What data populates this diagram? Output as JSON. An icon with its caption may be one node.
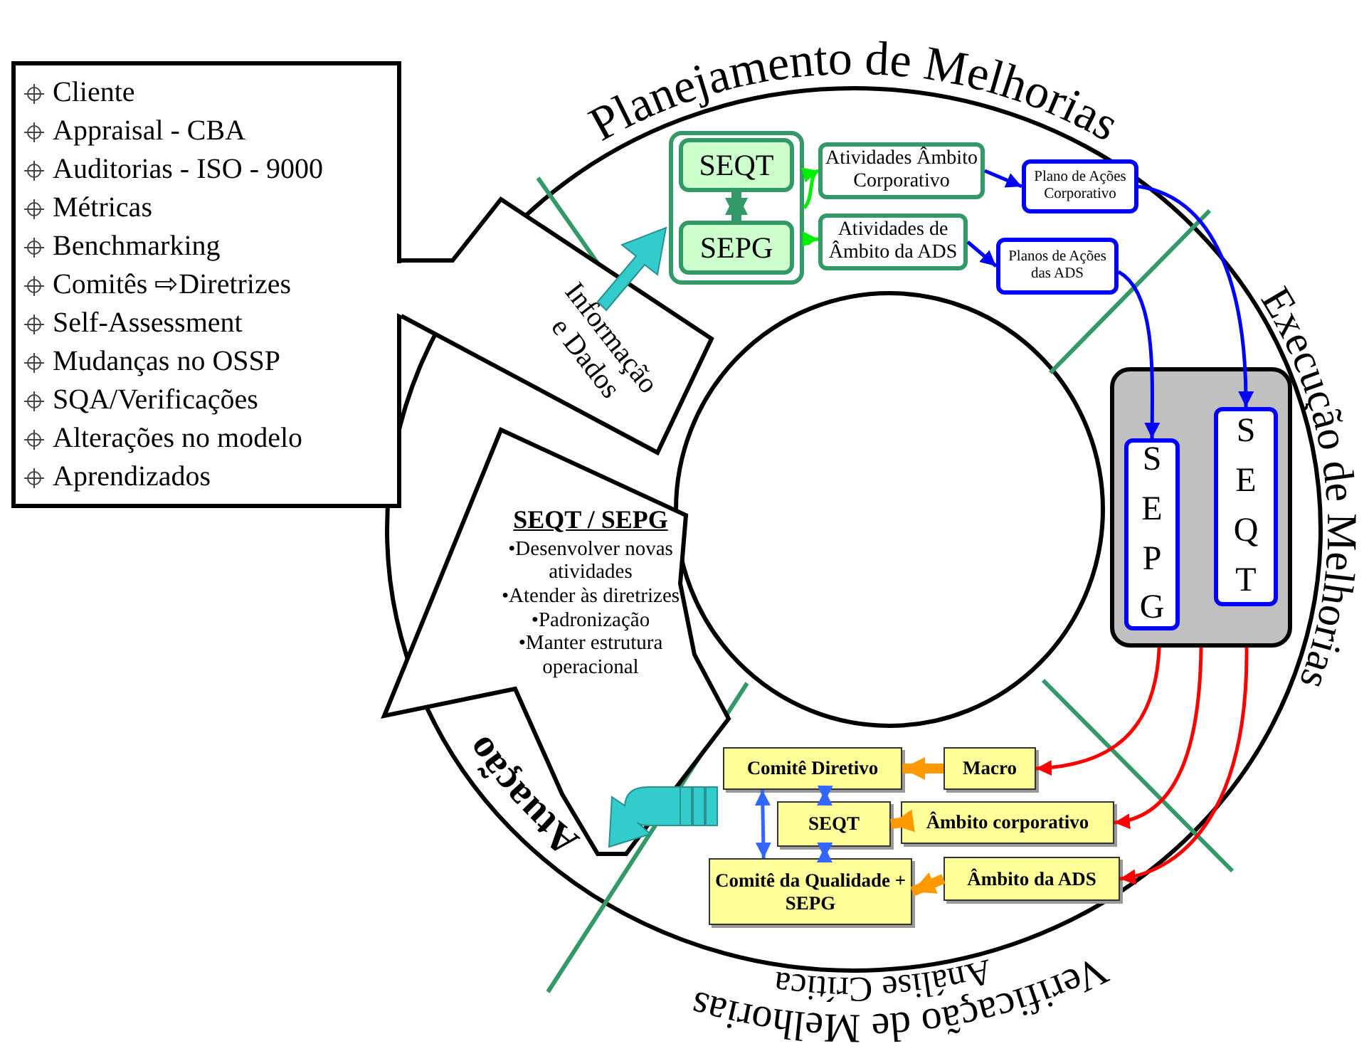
{
  "diagram": {
    "nodes": [
      {
        "text": [
          "Cliente",
          "Appraisal - CBA",
          "Auditorias - ISO - 9000",
          "Métricas",
          "Benchmarking",
          "Comitês ⇨Diretrizes",
          "Self-Assessment",
          "Mudanças no OSSP",
          "SQA/Verificações",
          "Alterações no modelo",
          "Aprendizados"
        ]
      },
      {
        "text": [],
        "shape": "box"
      },
      {
        "text": [
          "SEQT"
        ],
        "in": 1
      },
      {
        "text": [
          "SEPG"
        ],
        "in": 1
      },
      {
        "text": [
          "Atividades Âmbito Corporativo"
        ]
      },
      {
        "text": [
          "Atividades de Âmbito da ADS"
        ]
      },
      {
        "text": [
          "Plano de Ações Corporativo"
        ]
      },
      {
        "text": [
          "Planos de Ações das ADS"
        ]
      },
      {
        "text": [],
        "shape": "box"
      },
      {
        "text": [
          "SEPG"
        ],
        "in": 8
      },
      {
        "text": [
          "SEQT"
        ],
        "in": 8
      },
      {
        "text": [
          "SEQT / SEPG",
          "•Desenvolver novas atividades",
          "•Atender às diretrizes",
          "•Padronização",
          "•Manter estrutura operacional"
        ]
      },
      {
        "text": [
          "Comitê Diretivo"
        ]
      },
      {
        "text": [
          "Macro"
        ]
      },
      {
        "text": [
          "SEQT"
        ]
      },
      {
        "text": [
          "Âmbito corporativo"
        ]
      },
      {
        "text": [
          "Comitê da Qualidade + SEPG"
        ]
      },
      {
        "text": [
          "Âmbito da ADS"
        ]
      }
    ],
    "edges": [
      {
        "from": 2,
        "to": 3,
        "arrow": "both",
        "style": "thick",
        "color": "#339966"
      },
      {
        "from": 1,
        "to": 4,
        "arrow": "to",
        "color": "#00ee00"
      },
      {
        "from": 1,
        "to": 5,
        "arrow": "to",
        "color": "#00ee00"
      },
      {
        "from": 4,
        "to": 6,
        "arrow": "to",
        "color": "#0000ff"
      },
      {
        "from": 5,
        "to": 7,
        "arrow": "to",
        "color": "#0000ff"
      },
      {
        "from": 7,
        "to": 9,
        "arrow": "to",
        "color": "#0000ff"
      },
      {
        "from": 6,
        "to": 10,
        "arrow": "to",
        "color": "#0000ff"
      },
      {
        "from": 8,
        "to": 13,
        "arrow": "to",
        "color": "#ff0000"
      },
      {
        "from": 8,
        "to": 15,
        "arrow": "to",
        "color": "#ff0000"
      },
      {
        "from": 8,
        "to": 17,
        "arrow": "to",
        "color": "#ff0000"
      },
      {
        "from": 13,
        "to": 12,
        "arrow": "to",
        "style": "thick",
        "color": "#ff9900"
      },
      {
        "from": 15,
        "to": 14,
        "arrow": "to",
        "style": "thick",
        "color": "#ff9900"
      },
      {
        "from": 17,
        "to": 16,
        "arrow": "to",
        "style": "thick",
        "color": "#ff9900"
      },
      {
        "from": 12,
        "to": 16,
        "arrow": "both",
        "color": "#3366ff"
      },
      {
        "from": 12,
        "to": 14,
        "arrow": "both",
        "color": "#3366ff"
      },
      {
        "from": 14,
        "to": 16,
        "arrow": "both",
        "color": "#3366ff"
      }
    ],
    "labels": [
      "Planejamento de Melhorias",
      "Informação e Dados",
      "Execução de Melhorias",
      "Atuação",
      "Análise Crítica",
      "Verificação de Melhorias"
    ]
  }
}
